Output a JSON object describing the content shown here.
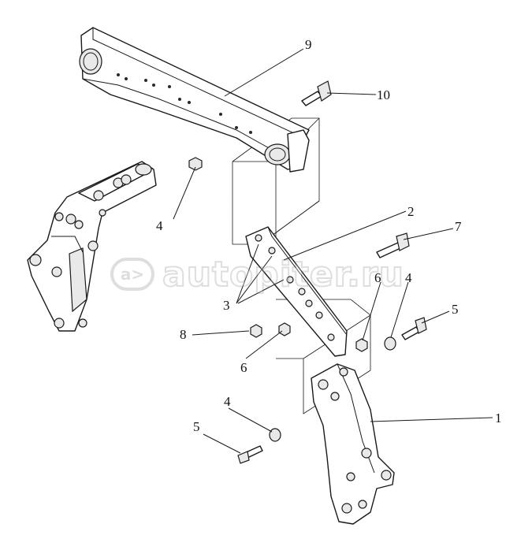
{
  "diagram": {
    "callouts": [
      "1",
      "2",
      "3",
      "4",
      "4",
      "4",
      "5",
      "5",
      "6",
      "6",
      "7",
      "8",
      "9",
      "10"
    ]
  },
  "watermark": {
    "logo": "a>",
    "text": "autopiter.ru"
  }
}
